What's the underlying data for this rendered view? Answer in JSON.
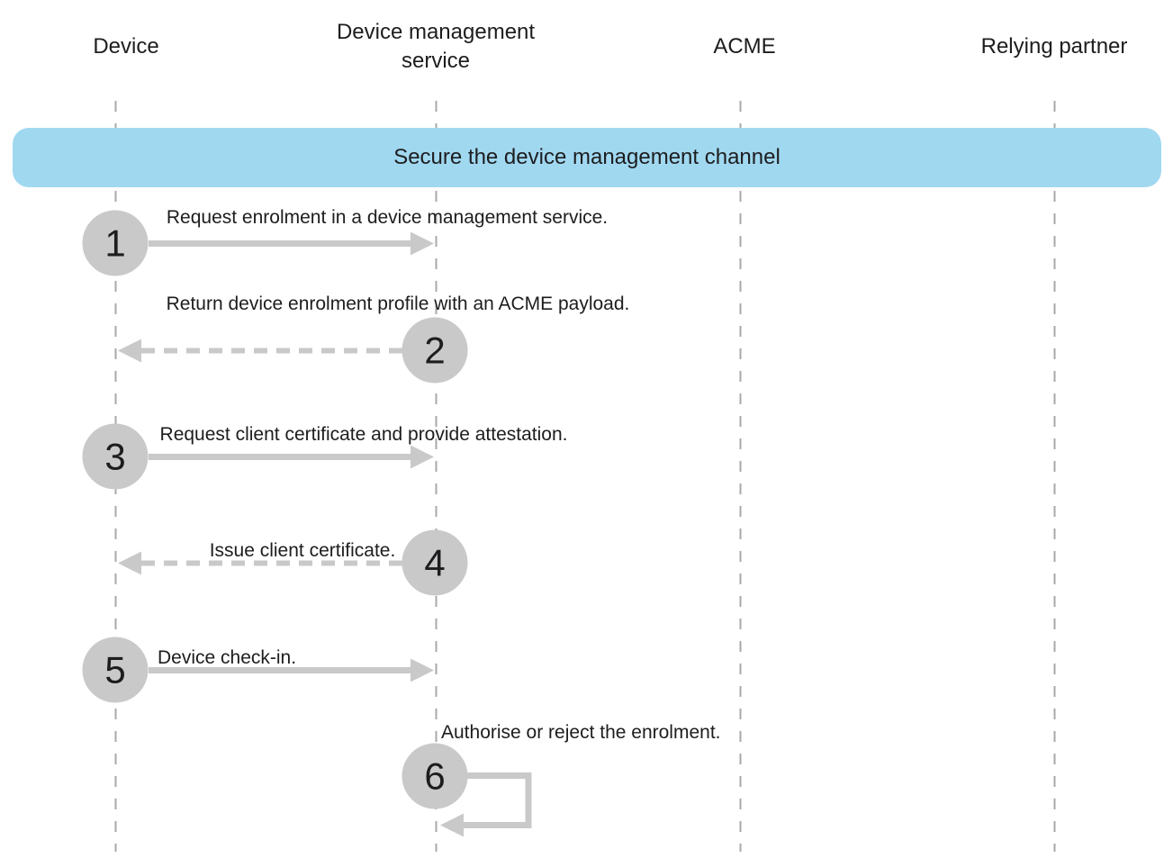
{
  "colors": {
    "banner_bg": "#A0D8F0",
    "circle_fill": "#C9C9C9",
    "arrow": "#C9C9C9",
    "lifeline": "#A8A8A8",
    "text": "#1D1D1F"
  },
  "banner": {
    "label": "Secure the device management channel"
  },
  "actors": [
    {
      "label": "Device"
    },
    {
      "label": "Device management service"
    },
    {
      "label": "ACME"
    },
    {
      "label": "Relying partner"
    }
  ],
  "steps": [
    {
      "number": "1",
      "label": "Request enrolment in a device management service.",
      "from": "Device",
      "to": "Device management service",
      "style": "solid"
    },
    {
      "number": "2",
      "label": "Return device enrolment profile with an ACME payload.",
      "from": "Device management service",
      "to": "Device",
      "style": "dashed"
    },
    {
      "number": "3",
      "label": "Request client certificate and provide attestation.",
      "from": "Device",
      "to": "Device management service",
      "style": "solid"
    },
    {
      "number": "4",
      "label": "Issue client certificate.",
      "from": "Device management service",
      "to": "Device",
      "style": "dashed"
    },
    {
      "number": "5",
      "label": "Device check-in.",
      "from": "Device",
      "to": "Device management service",
      "style": "solid"
    },
    {
      "number": "6",
      "label": "Authorise or reject the enrolment.",
      "from": "Device management service",
      "to": "Device management service",
      "style": "self-loop"
    }
  ]
}
